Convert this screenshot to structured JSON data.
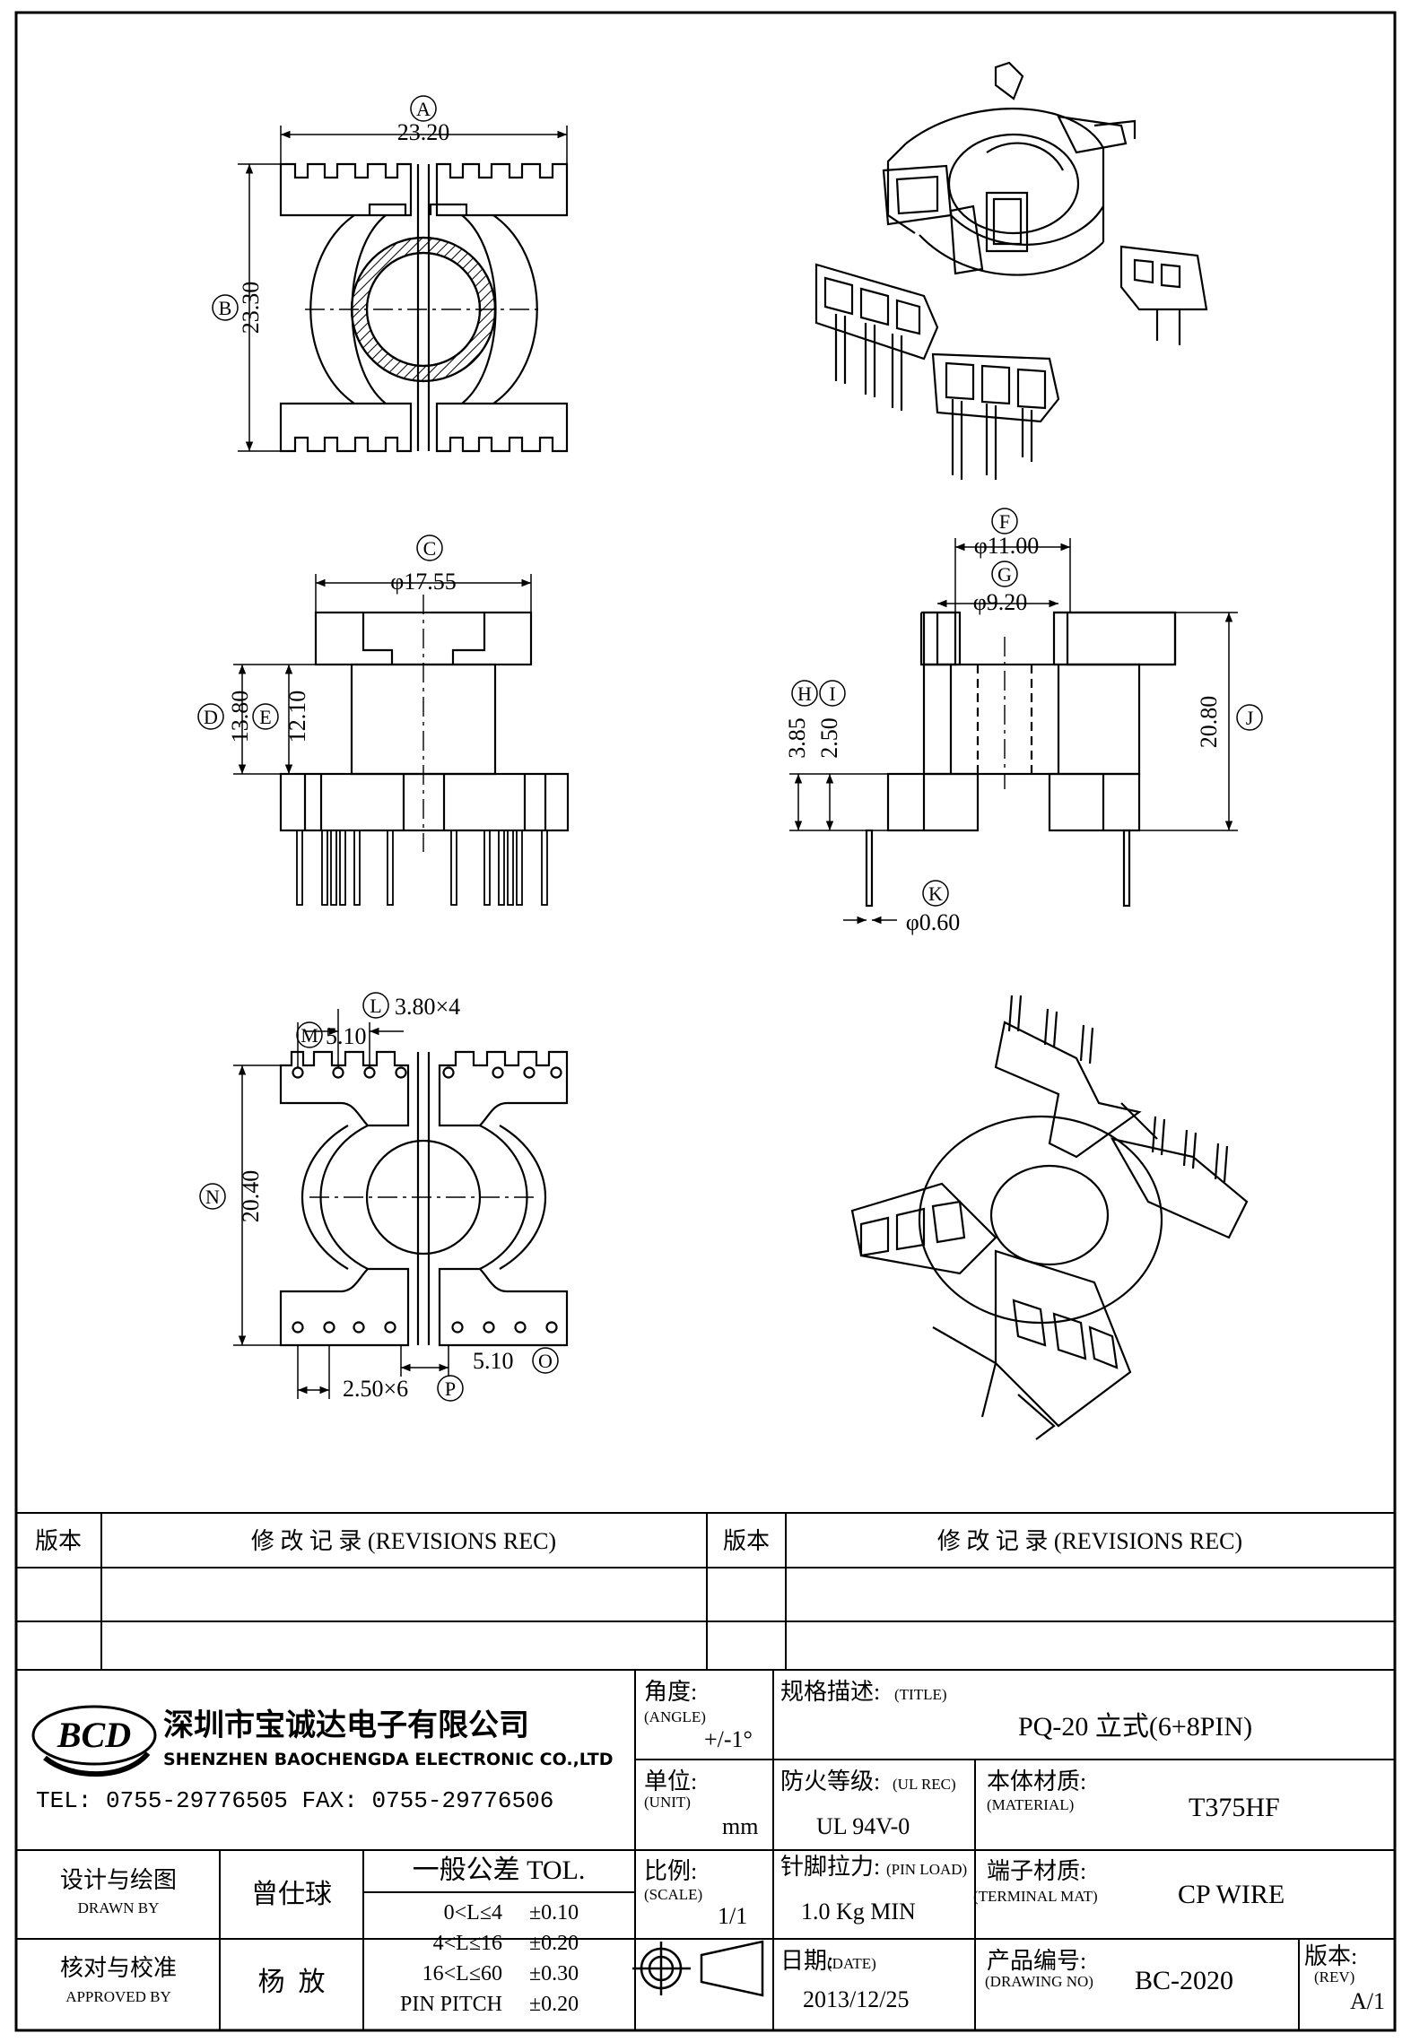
{
  "views": {
    "top": {
      "A": {
        "letter": "A",
        "value": "23.20"
      },
      "B": {
        "letter": "B",
        "value": "23.30"
      }
    },
    "front": {
      "C": {
        "letter": "C",
        "value": "φ17.55"
      },
      "D": {
        "letter": "D",
        "value": "13.80"
      },
      "E": {
        "letter": "E",
        "value": "12.10"
      }
    },
    "side": {
      "F": {
        "letter": "F",
        "value": "φ11.00"
      },
      "G": {
        "letter": "G",
        "value": "φ9.20"
      },
      "H": {
        "letter": "H",
        "value": "3.85"
      },
      "I": {
        "letter": "I",
        "value": "2.50"
      },
      "J": {
        "letter": "J",
        "value": "20.80"
      },
      "K": {
        "letter": "K",
        "value": "φ0.60"
      }
    },
    "bottom": {
      "L": {
        "letter": "L",
        "value": "3.80×4"
      },
      "M": {
        "letter": "M",
        "value": "5.10"
      },
      "N": {
        "letter": "N",
        "value": "20.40"
      },
      "O": {
        "letter": "O",
        "value": "5.10"
      },
      "P": {
        "letter": "P",
        "value": "2.50×6"
      }
    }
  },
  "revisions": {
    "version_label": "版本",
    "record_label": "修 改 记 录 (REVISIONS REC)"
  },
  "company": {
    "logo_text": "BCD",
    "name_cn": "深圳市宝诚达电子有限公司",
    "name_en": "SHENZHEN BAOCHENGDA ELECTRONIC CO.,LTD",
    "contact": "TEL: 0755-29776505  FAX: 0755-29776506"
  },
  "title_block": {
    "angle": {
      "label_cn": "角度:",
      "label_en": "(ANGLE)",
      "value": "+/-1°"
    },
    "title": {
      "label_cn": "规格描述:",
      "label_en": "(TITLE)",
      "value": "PQ-20 立式(6+8PIN)"
    },
    "unit": {
      "label_cn": "单位:",
      "label_en": "(UNIT)",
      "value": "mm"
    },
    "ul": {
      "label_cn": "防火等级:",
      "label_en": "(UL REC)",
      "value": "UL 94V-0"
    },
    "material": {
      "label_cn": "本体材质:",
      "label_en": "(MATERIAL)",
      "value": "T375HF"
    },
    "scale": {
      "label_cn": "比例:",
      "label_en": "(SCALE)",
      "value": "1/1"
    },
    "pin_load": {
      "label_cn": "针脚拉力:",
      "label_en": "(PIN LOAD)",
      "value": "1.0 Kg MIN"
    },
    "terminal": {
      "label_cn": "端子材质:",
      "label_en": "(TERMINAL MAT)",
      "value": "CP WIRE"
    },
    "date": {
      "label_cn": "日期:",
      "label_en": "(DATE)",
      "value": "2013/12/25"
    },
    "drawing_no": {
      "label_cn": "产品编号:",
      "label_en": "(DRAWING NO)",
      "value": "BC-2020"
    },
    "rev": {
      "label_cn": "版本:",
      "label_en": "(REV)",
      "value": "A/1"
    },
    "drawn": {
      "label_cn": "设计与绘图",
      "label_en": "DRAWN BY",
      "name": "曾仕球"
    },
    "approved": {
      "label_cn": "核对与校准",
      "label_en": "APPROVED BY",
      "name": "杨  放"
    },
    "tolerance": {
      "heading": "一般公差 TOL.",
      "rows": [
        {
          "range": "0<L≤4",
          "value": "±0.10"
        },
        {
          "range": "4<L≤16",
          "value": "±0.20"
        },
        {
          "range": "16<L≤60",
          "value": "±0.30"
        },
        {
          "range": "PIN PITCH",
          "value": "±0.20"
        }
      ]
    }
  }
}
